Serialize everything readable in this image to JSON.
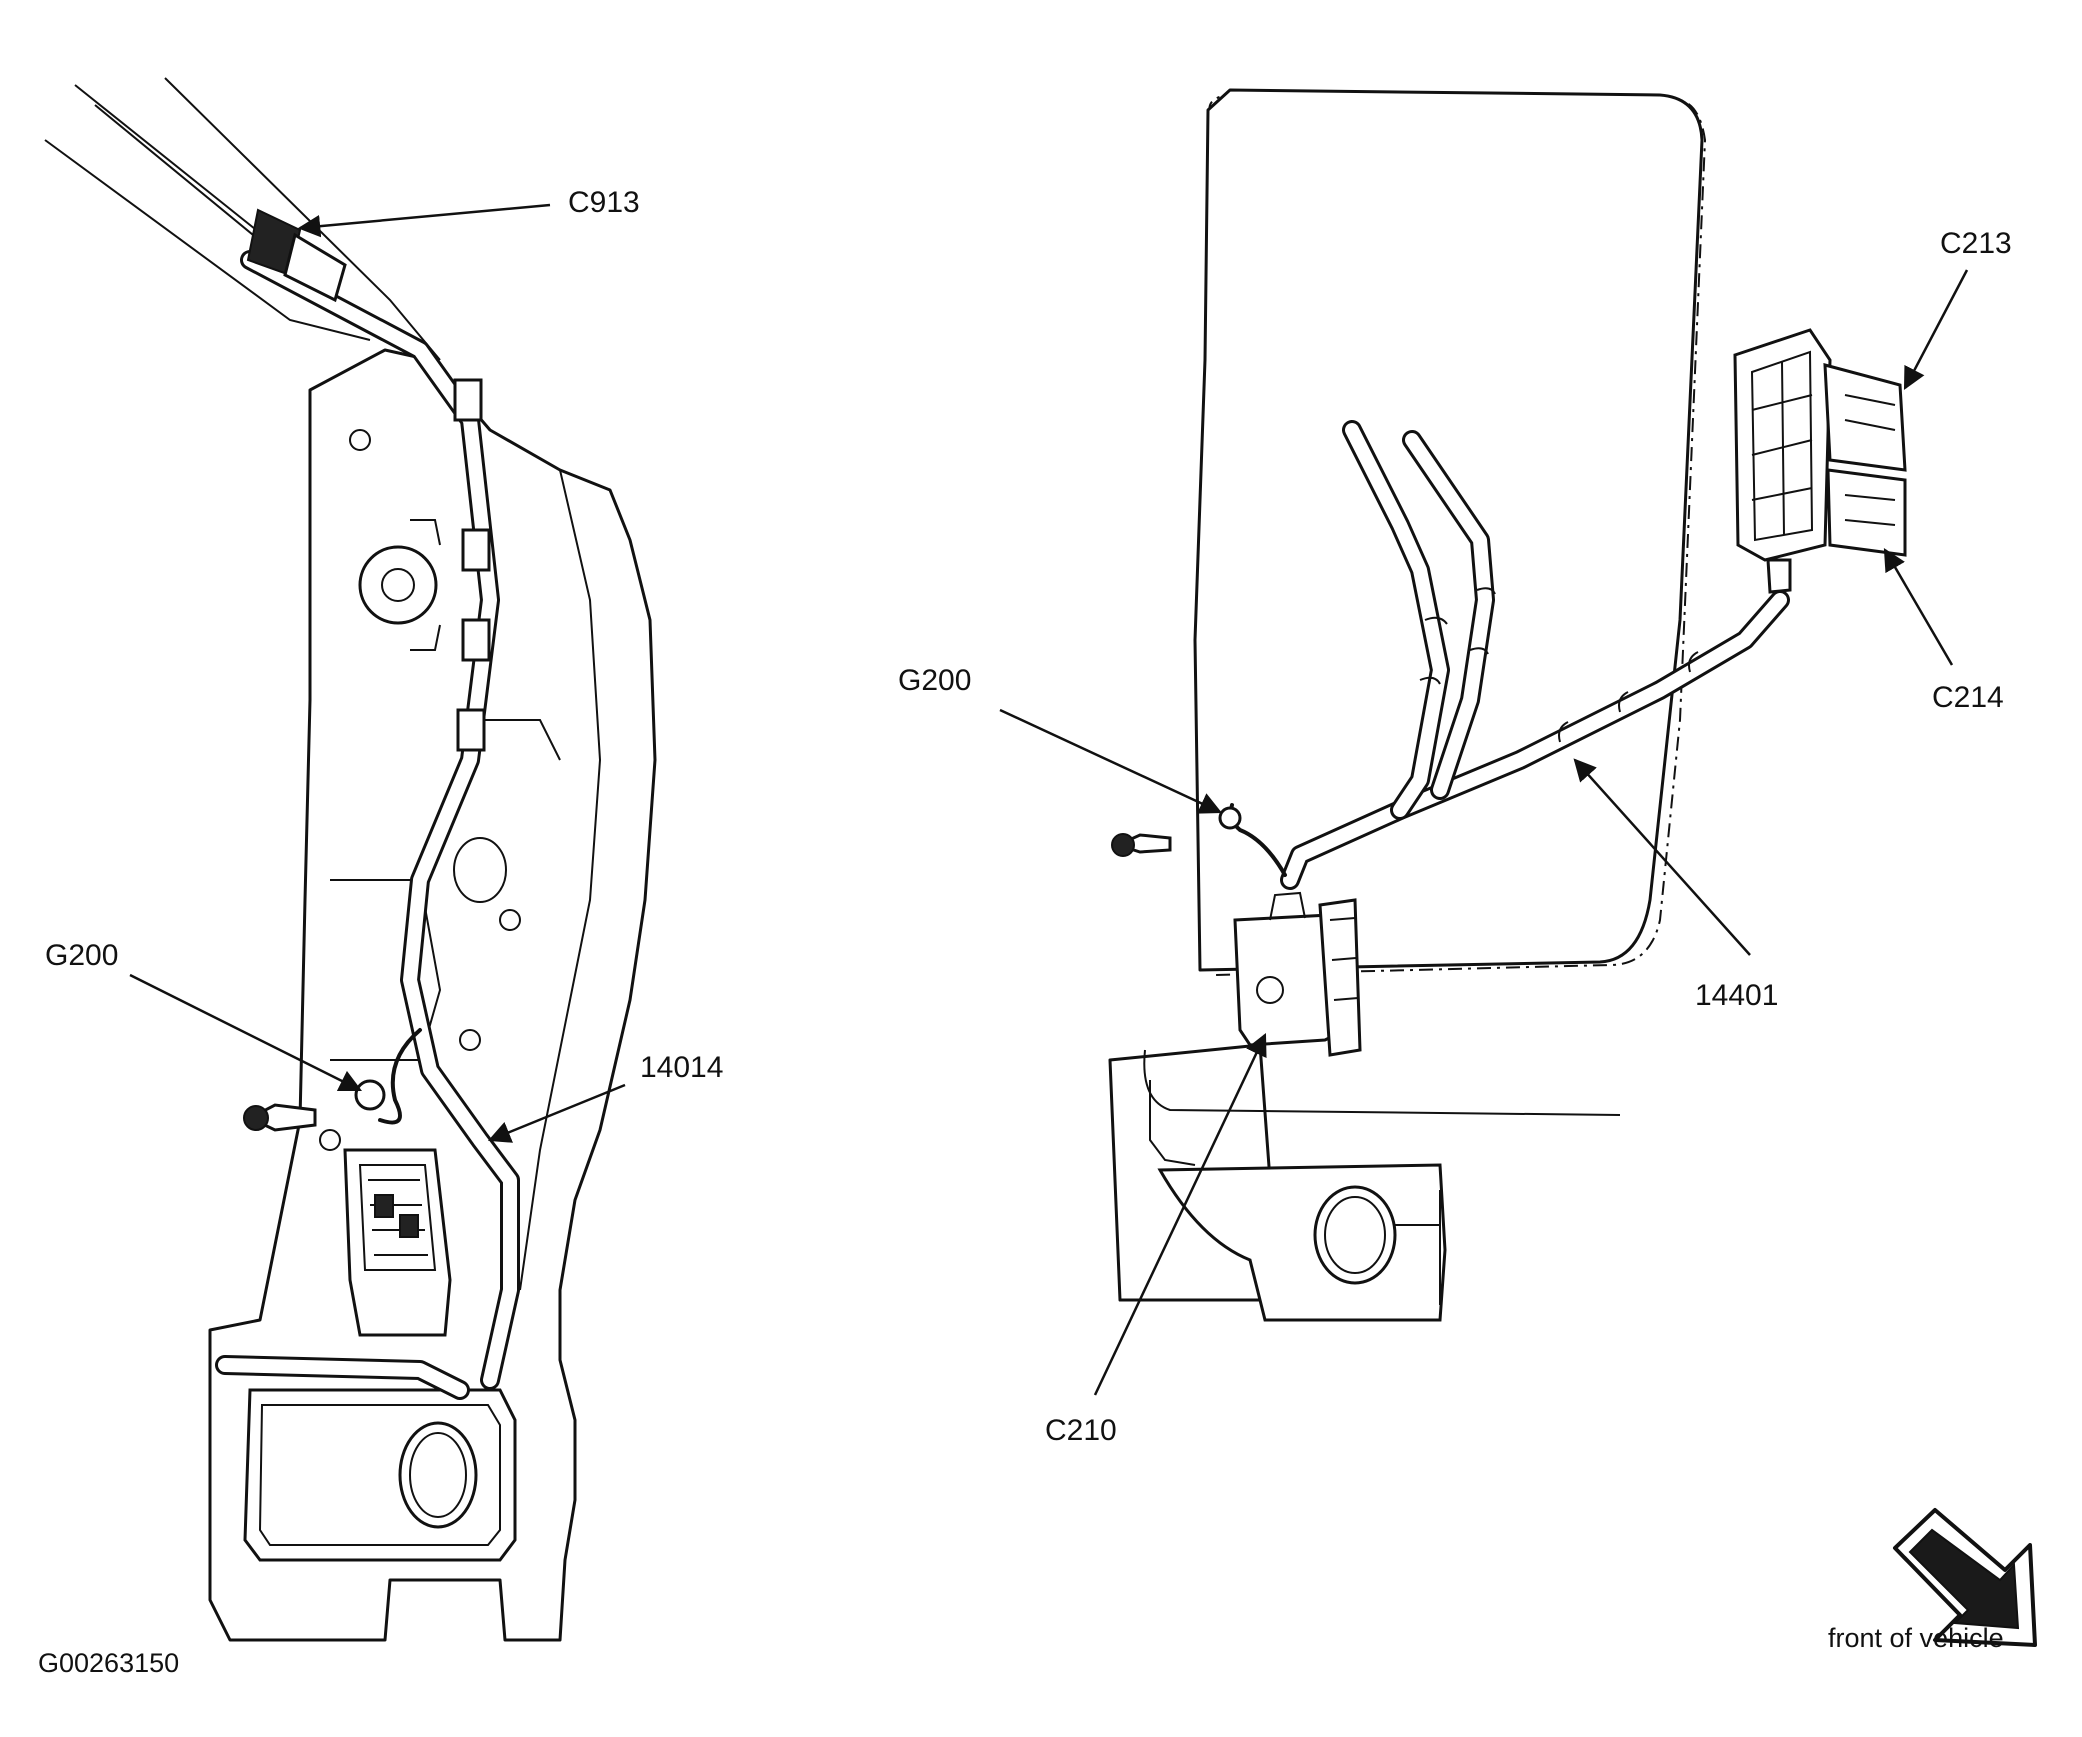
{
  "labels": {
    "left_c913": "C913",
    "left_g200": "G200",
    "left_14014": "14014",
    "right_g200": "G200",
    "right_c213": "C213",
    "right_c214": "C214",
    "right_14401": "14401",
    "right_c210": "C210"
  },
  "figure_id": "G00263150",
  "orientation": {
    "text": "front of vehicle",
    "icon": "direction-arrow-icon"
  }
}
